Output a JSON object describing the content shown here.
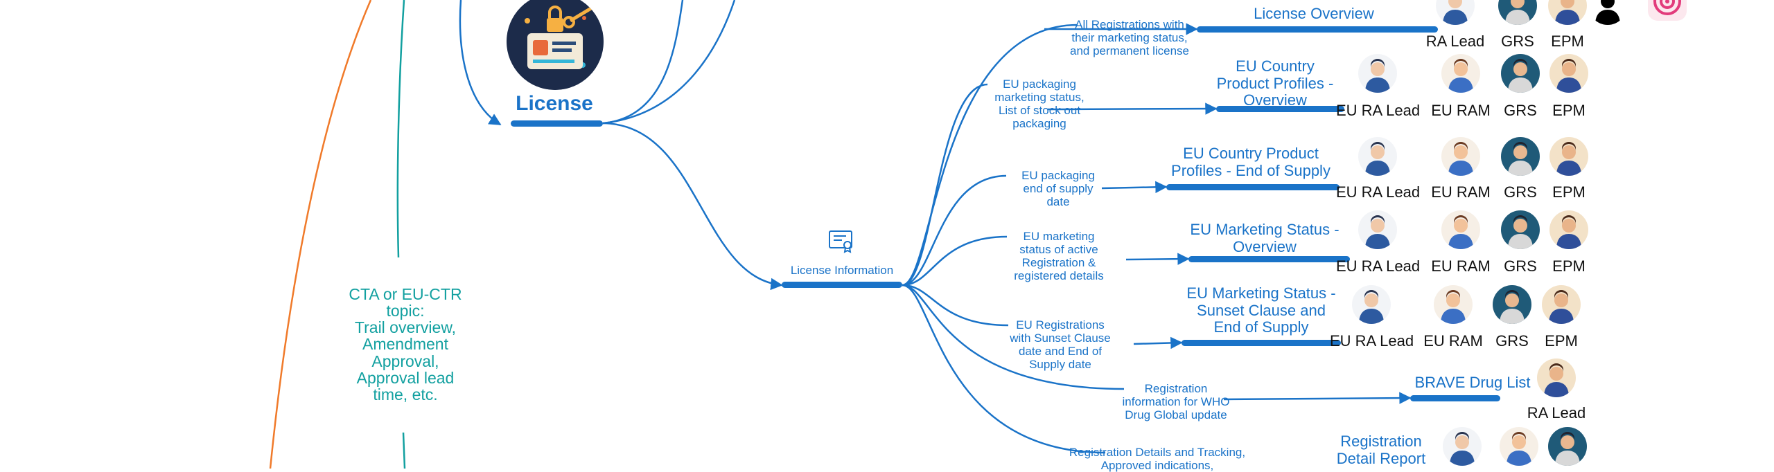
{
  "central_node": {
    "label": "License"
  },
  "hub_node": {
    "label": "License Information"
  },
  "cta_topic": {
    "lines": [
      "CTA or EU-CTR",
      "topic:",
      "Trail overview,",
      "Amendment",
      "Approval,",
      "Approval lead",
      "time, etc."
    ]
  },
  "branches": [
    {
      "description": [
        "All Registrations with",
        "their marketing status,",
        "and permanent license"
      ],
      "report": [
        "License Overview"
      ],
      "roles": [
        "RA Lead",
        "GRS",
        "EPM"
      ]
    },
    {
      "description": [
        "EU packaging",
        "marketing status,",
        "List of stock out",
        "packaging"
      ],
      "report": [
        "EU Country",
        "Product Profiles -",
        "Overview"
      ],
      "roles": [
        "EU RA Lead",
        "EU RAM",
        "GRS",
        "EPM"
      ]
    },
    {
      "description": [
        "EU packaging",
        "end of supply",
        "date"
      ],
      "report": [
        "EU Country Product",
        "Profiles - End of Supply"
      ],
      "roles": [
        "EU RA Lead",
        "EU RAM",
        "GRS",
        "EPM"
      ]
    },
    {
      "description": [
        "EU marketing",
        "status of active",
        "Registration &",
        "registered details"
      ],
      "report": [
        "EU Marketing Status -",
        "Overview"
      ],
      "roles": [
        "EU RA Lead",
        "EU RAM",
        "GRS",
        "EPM"
      ]
    },
    {
      "description": [
        "EU Registrations",
        "with Sunset Clause",
        "date and End of",
        "Supply date"
      ],
      "report": [
        "EU Marketing Status -",
        "Sunset Clause and",
        "End of Supply"
      ],
      "roles": [
        "EU RA Lead",
        "EU RAM",
        "GRS",
        "EPM"
      ]
    },
    {
      "description": [
        "Registration",
        "information for WHO",
        "Drug Global update"
      ],
      "report": [
        "BRAVE Drug List"
      ],
      "roles": [
        "RA Lead"
      ]
    },
    {
      "description": [
        "Registration Details and Tracking,",
        "Approved indications,"
      ],
      "report": [
        "Registration",
        "Detail Report"
      ],
      "roles": []
    }
  ]
}
